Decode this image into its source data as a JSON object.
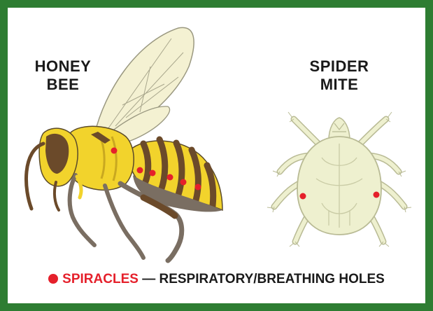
{
  "labels": {
    "bee_line1": "HONEY",
    "bee_line2": "BEE",
    "mite_line1": "SPIDER",
    "mite_line2": "MITE"
  },
  "caption": {
    "term": "SPIRACLES",
    "separator": "—",
    "definition": "RESPIRATORY/BREATHING HOLES"
  },
  "colors": {
    "frame": "#2e7d32",
    "spiracle": "#e5202b",
    "bee_yellow": "#f2d32c",
    "bee_brown": "#6b4a2a",
    "bee_gray": "#7a6e62",
    "wing": "#f4f1d2",
    "mite_body": "#eef0cf",
    "mite_outline": "#b9bb95"
  },
  "icons": [
    "honey-bee-illustration",
    "spider-mite-illustration",
    "spiracle-dot-icon"
  ]
}
